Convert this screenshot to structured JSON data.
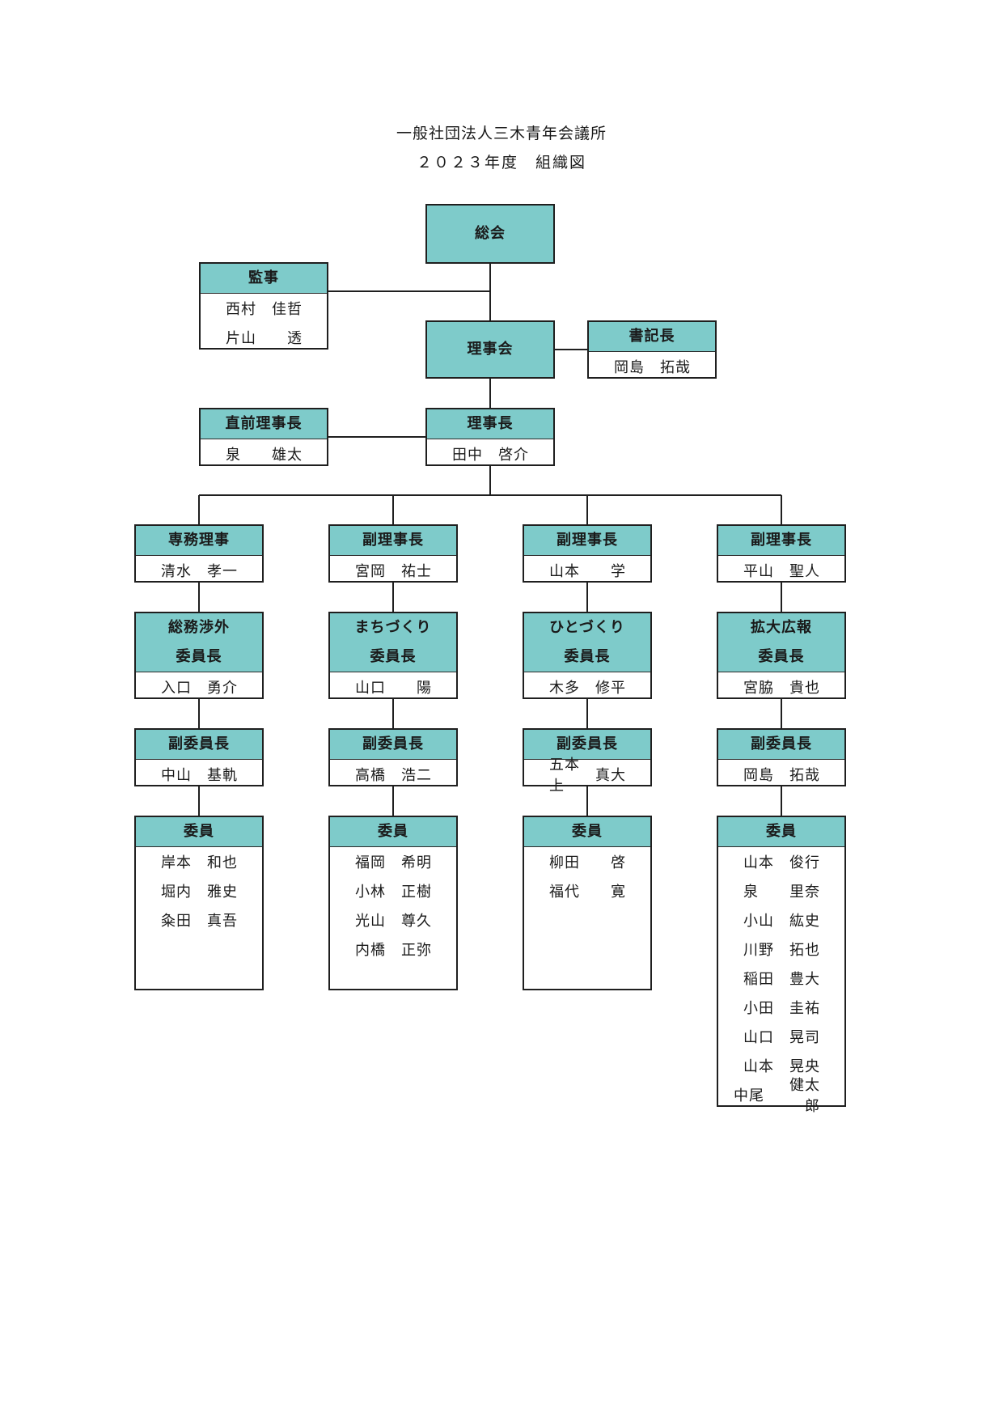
{
  "header": {
    "org_name": "一般社団法人三木青年会議所",
    "chart_title": "２０２３年度　組織図"
  },
  "colors": {
    "header_fill": "#7ecbca",
    "border": "#1f1f1f"
  },
  "nodes": {
    "soukai": {
      "title": [
        "総会"
      ]
    },
    "kanji": {
      "title": [
        "監事"
      ],
      "members": [
        [
          "西村",
          "佳哲"
        ],
        [
          "片山",
          "透"
        ]
      ]
    },
    "rijikai": {
      "title": [
        "理事会"
      ]
    },
    "shokicho": {
      "title": [
        "書記長"
      ],
      "members": [
        [
          "岡島",
          "拓哉"
        ]
      ]
    },
    "chokuzen": {
      "title": [
        "直前理事長"
      ],
      "members": [
        [
          "泉",
          "雄太"
        ]
      ]
    },
    "rijicho": {
      "title": [
        "理事長"
      ],
      "members": [
        [
          "田中",
          "啓介"
        ]
      ]
    },
    "senmu": {
      "title": [
        "専務理事"
      ],
      "members": [
        [
          "清水",
          "孝一"
        ]
      ]
    },
    "fuku1": {
      "title": [
        "副理事長"
      ],
      "members": [
        [
          "宮岡",
          "祐士"
        ]
      ]
    },
    "fuku2": {
      "title": [
        "副理事長"
      ],
      "members": [
        [
          "山本",
          "学"
        ]
      ]
    },
    "fuku3": {
      "title": [
        "副理事長"
      ],
      "members": [
        [
          "平山",
          "聖人"
        ]
      ]
    },
    "iin1": {
      "title": [
        "総務渉外",
        "委員長"
      ],
      "members": [
        [
          "入口",
          "勇介"
        ]
      ]
    },
    "iin2": {
      "title": [
        "まちづくり",
        "委員長"
      ],
      "members": [
        [
          "山口",
          "陽"
        ]
      ]
    },
    "iin3": {
      "title": [
        "ひとづくり",
        "委員長"
      ],
      "members": [
        [
          "木多",
          "修平"
        ]
      ]
    },
    "iin4": {
      "title": [
        "拡大広報",
        "委員長"
      ],
      "members": [
        [
          "宮脇",
          "貴也"
        ]
      ]
    },
    "fi1": {
      "title": [
        "副委員長"
      ],
      "members": [
        [
          "中山",
          "基軌"
        ]
      ]
    },
    "fi2": {
      "title": [
        "副委員長"
      ],
      "members": [
        [
          "高橋",
          "浩二"
        ]
      ]
    },
    "fi3": {
      "title": [
        "副委員長"
      ],
      "members": [
        [
          "五本上",
          "真大"
        ]
      ]
    },
    "fi4": {
      "title": [
        "副委員長"
      ],
      "members": [
        [
          "岡島",
          "拓哉"
        ]
      ]
    },
    "m1": {
      "title": [
        "委員"
      ],
      "members": [
        [
          "岸本",
          "和也"
        ],
        [
          "堀内",
          "雅史"
        ],
        [
          "粂田",
          "真吾"
        ]
      ]
    },
    "m2": {
      "title": [
        "委員"
      ],
      "members": [
        [
          "福岡",
          "希明"
        ],
        [
          "小林",
          "正樹"
        ],
        [
          "光山",
          "尊久"
        ],
        [
          "内橋",
          "正弥"
        ]
      ]
    },
    "m3": {
      "title": [
        "委員"
      ],
      "members": [
        [
          "柳田",
          "啓"
        ],
        [
          "福代",
          "寛"
        ]
      ]
    },
    "m4": {
      "title": [
        "委員"
      ],
      "members": [
        [
          "山本",
          "俊行"
        ],
        [
          "泉",
          "里奈"
        ],
        [
          "小山",
          "紘史"
        ],
        [
          "川野",
          "拓也"
        ],
        [
          "稲田",
          "豊大"
        ],
        [
          "小田",
          "圭祐"
        ],
        [
          "山口",
          "晃司"
        ],
        [
          "山本",
          "晃央"
        ],
        [
          "中尾",
          "健太郎"
        ]
      ]
    }
  }
}
